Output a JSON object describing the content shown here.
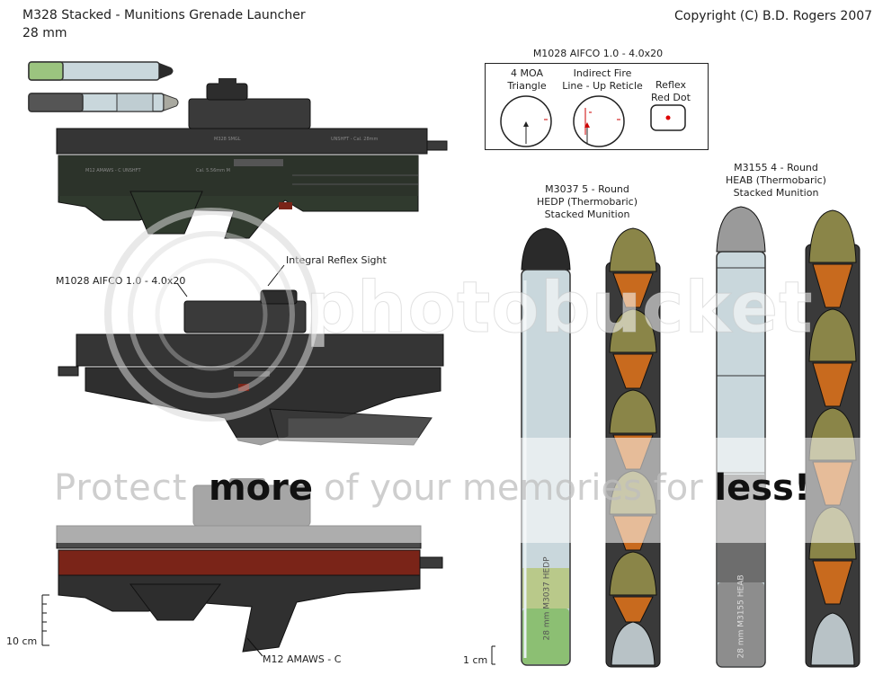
{
  "header": {
    "title": "M328 Stacked - Munitions Grenade Launcher",
    "caliber": "28 mm",
    "copyright": "Copyright (C) B.D. Rogers 2007"
  },
  "sight_panel": {
    "title": "M1028 AIFCO 1.0 - 4.0x20",
    "reticles": [
      {
        "line1": "4 MOA",
        "line2": "Triangle"
      },
      {
        "line1": "Indirect Fire",
        "line2": "Line - Up Reticle"
      },
      {
        "line1": "Reflex",
        "line2": "Red  Dot"
      }
    ]
  },
  "munitions": [
    {
      "line1": "M3037 5 - Round",
      "line2": "HEDP (Thermobaric)",
      "line3": "Stacked Munition",
      "body_text": "28 mm  M3037 HEDP"
    },
    {
      "line1": "M3155 4 - Round",
      "line2": "HEAB (Thermobaric)",
      "line3": "Stacked Munition",
      "body_text": "28 mm  M3155 HEAB"
    }
  ],
  "callouts": {
    "sight": "M1028 AIFCO 1.0 - 4.0x20",
    "reflex": "Integral Reflex Sight",
    "amaws": "M12 AMAWS - C"
  },
  "scales": {
    "left": "10 cm",
    "right": "1 cm"
  },
  "weapon_markings": {
    "top_receiver": "M328 SMGL",
    "top_ammo": "UNSHFT - Cal. 28mm",
    "top_lower": "M12 AMAWS - C  UNSHFT",
    "top_cal": "Cal. 5.56mm M"
  },
  "watermark": {
    "brand": "photobucket",
    "tag_protect": "Protect",
    "tag_more": "more",
    "tag_of_your": "of your memories",
    "tag_for": "for",
    "tag_less": "less!"
  },
  "colors": {
    "weapon_dark": "#2b2b2b",
    "weapon_mid": "#3a3a3a",
    "accent_red": "#7a2418",
    "round_blue": "#c9d7dc",
    "warhead_olive": "#8a8548",
    "charge_orange": "#c86a1e",
    "hedp_green": "#8cbf73"
  }
}
